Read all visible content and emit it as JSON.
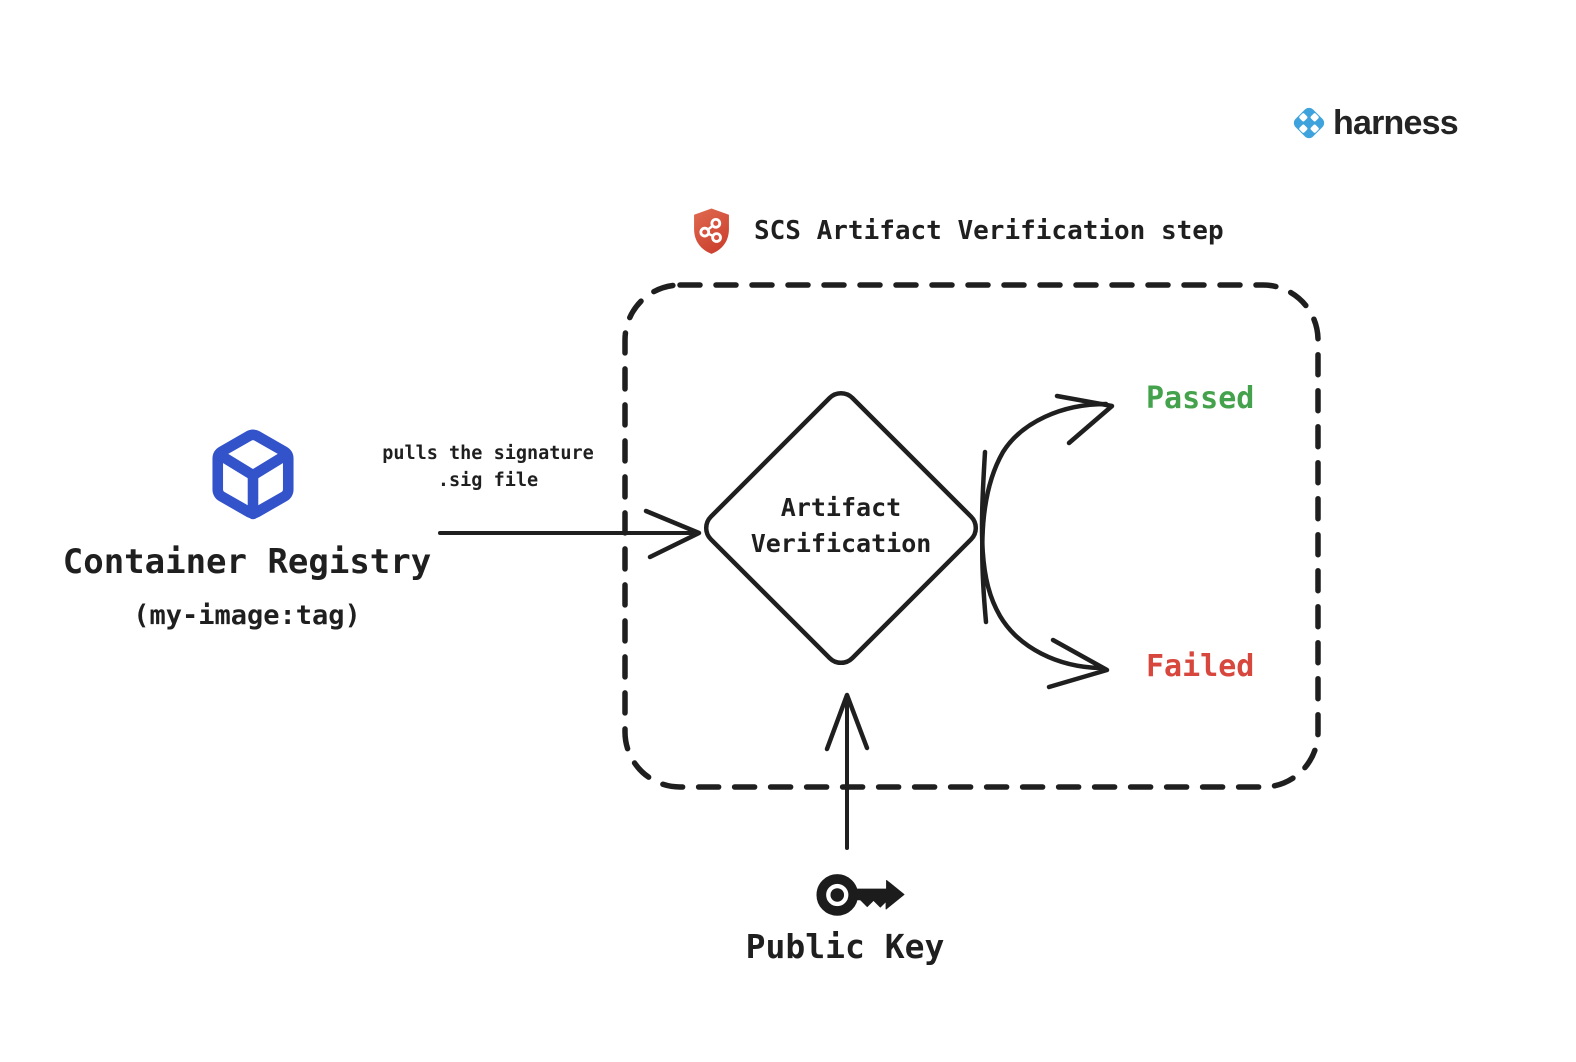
{
  "colors": {
    "ink": "#1f1f1f",
    "background": "#ffffff",
    "registry_cube_blue": "#3353cb",
    "harness_logo_blue": "#3ea2dc",
    "shield_red": "#d8503e",
    "passed_green": "#44a24c",
    "failed_red": "#d8473d"
  },
  "brand": {
    "name": "harness"
  },
  "header": {
    "step_title": "SCS Artifact Verification step"
  },
  "nodes": {
    "container_registry": {
      "label": "Container Registry",
      "sublabel": "(my-image:tag)"
    },
    "decision": {
      "label_line1": "Artifact",
      "label_line2": "Verification"
    },
    "public_key": {
      "label": "Public Key"
    }
  },
  "edges": {
    "pull": {
      "label_line1": "pulls the signature",
      "label_line2": ".sig file"
    },
    "outcomes": {
      "passed": "Passed",
      "failed": "Failed"
    }
  },
  "icons": {
    "registry": "cube-icon",
    "step": "shield-network-icon",
    "key": "key-icon",
    "brand": "harness-mark-icon"
  }
}
